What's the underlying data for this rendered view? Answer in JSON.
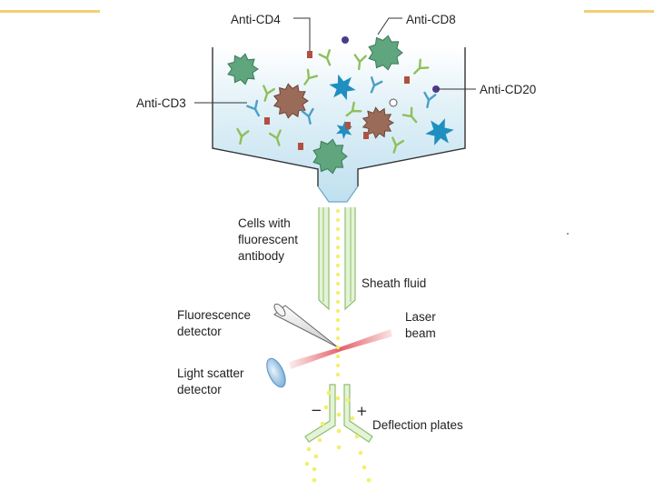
{
  "labels": {
    "anti_cd4": "Anti-CD4",
    "anti_cd8": "Anti-CD8",
    "anti_cd3": "Anti-CD3",
    "anti_cd20": "Anti-CD20",
    "cells_line1": "Cells with",
    "cells_line2": "fluorescent",
    "cells_line3": "antibody",
    "sheath_fluid": "Sheath fluid",
    "fluor_line1": "Fluorescence",
    "fluor_line2": "detector",
    "laser_line1": "Laser",
    "laser_line2": "beam",
    "scatter_line1": "Light scatter",
    "scatter_line2": "detector",
    "deflection": "Deflection plates",
    "minus": "−",
    "plus": "+"
  },
  "colors": {
    "accent_line": "#f2cf73",
    "fluid": "#d6ecf5",
    "tube": "#e4f3d6",
    "tube_stroke": "#8fbf73",
    "droplet": "#f3ef6b",
    "t_cell": "#5fa57d",
    "b_cell": "#9b6b5a",
    "star_cell": "#1f8fc0",
    "laser": "#e0505a",
    "antibody_green": "#8fbf5a",
    "antibody_blue": "#4aa0c8"
  },
  "icons": {
    "fluorescence_detector": "cone-detector-icon",
    "scatter_detector": "dish-detector-icon"
  }
}
